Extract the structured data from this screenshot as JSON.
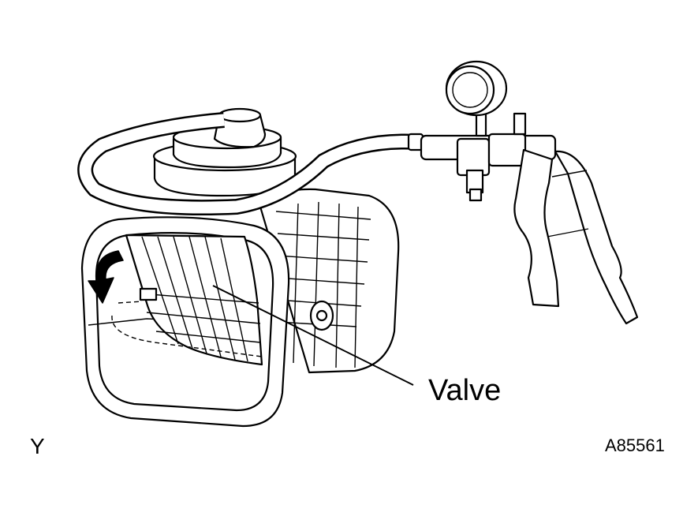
{
  "labels": {
    "valve": "Valve",
    "corner_letter": "Y",
    "figure_code": "A85561"
  },
  "colors": {
    "line": "#000000",
    "background": "#ffffff"
  }
}
